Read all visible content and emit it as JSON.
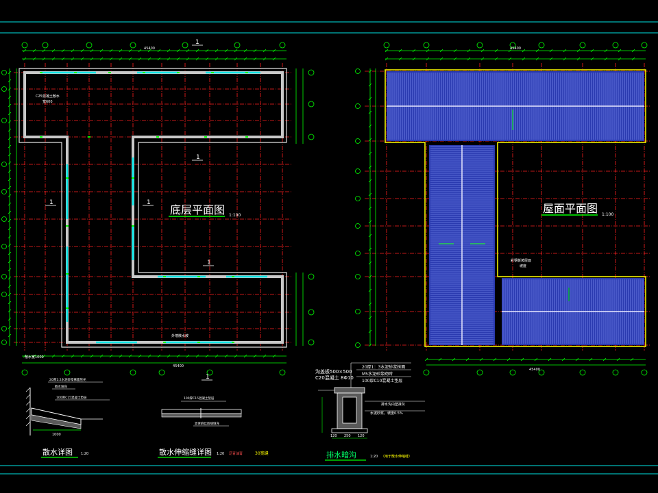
{
  "colors": {
    "background": "#000000",
    "frame": "#00e5e5",
    "wall": "#ffff00",
    "axis": "#ff2020",
    "dimension": "#00ff00",
    "roof": "#3a4fd8",
    "roof_line": "#9aa8ff",
    "text": "#ffffff",
    "title": "#ffff66"
  },
  "plan_left": {
    "title": "底层平面图",
    "scale": "1:100",
    "section_marks": [
      "1",
      "1",
      "1",
      "1",
      "1",
      "1"
    ],
    "notes": [
      "C25混凝土散水",
      "宽600",
      "散水宽1000",
      "外墙散水坡"
    ],
    "dims_top_total": "45400",
    "dims_bottom_total": "45400"
  },
  "plan_right": {
    "title": "屋面平面图",
    "scale": "1:100",
    "notes": [
      "彩钢板坡屋面",
      "坡度"
    ],
    "dims_top_total": "45400",
    "dims_bottom_total": "45400"
  },
  "details": [
    {
      "title": "散水详图",
      "scale": "1:20",
      "notes": [
        "20厚1:2水泥砂浆抹面压光",
        "散水坡向",
        "100厚C15混凝土垫层"
      ],
      "dim": "1000"
    },
    {
      "title": "散水伸缩缝详图",
      "scale": "1:20",
      "extra": "沥青油膏",
      "extra2": "30宽缝",
      "notes": [
        "100厚C15混凝土垫层",
        "沥青麻丝嵌缝填充"
      ]
    },
    {
      "title": "排水暗沟",
      "scale": "1:20",
      "extra": "（用于散水伸缩缝）",
      "notes": [
        "沟盖板500×500",
        "C20混凝土 8Φ10",
        "20厚1：3水泥砂浆抹面",
        "M5水泥砂浆砌砖",
        "100厚C10混凝土垫层",
        "排水沟内壁抹灰",
        "水泥砂浆，坡度0.5%"
      ],
      "dims": [
        "120",
        "250",
        "120"
      ]
    }
  ]
}
